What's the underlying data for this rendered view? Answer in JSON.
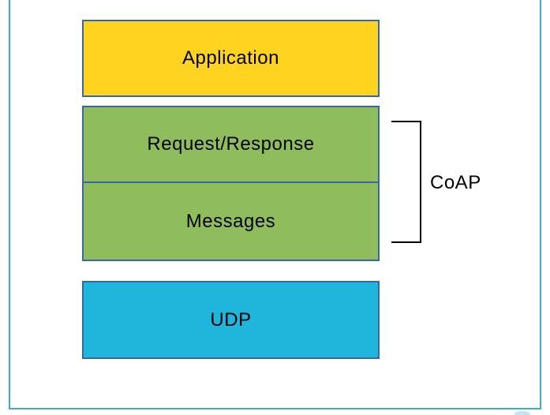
{
  "theme": {
    "canvas_bg": "#ffffff",
    "frame_border": "#42aacb",
    "box_border": "#3767a9",
    "box_fill_yellow": "#ffd320",
    "box_fill_green": "#90bd5c",
    "box_fill_cyan": "#20b5db",
    "bracket_color": "#000000",
    "text_color": "#000000"
  },
  "stack": {
    "application": {
      "label": "Application"
    },
    "coap_sublayers": [
      {
        "label": "Request/Response"
      },
      {
        "label": "Messages"
      }
    ],
    "udp": {
      "label": "UDP"
    },
    "bracket_label": "CoAP"
  }
}
